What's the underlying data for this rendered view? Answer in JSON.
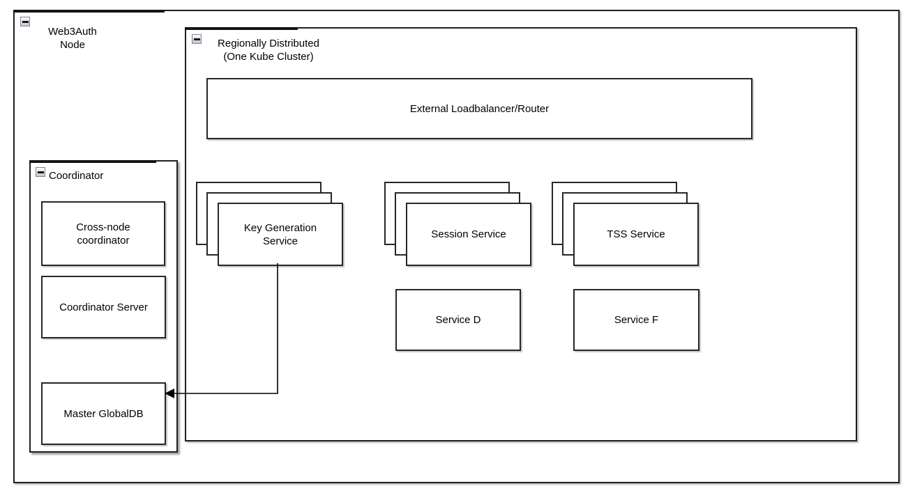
{
  "colors": {
    "background": "#ffffff",
    "shape_border": "#262626",
    "container_border": "#1f1f1f",
    "connector": "#000000"
  },
  "icons": {
    "collapse": "minus-icon"
  },
  "root_container": {
    "title_lines": [
      "Web3Auth",
      "Node"
    ]
  },
  "region_container": {
    "title_lines": [
      "Regionally Distributed",
      "(One Kube Cluster)"
    ]
  },
  "loadbalancer": {
    "label": "External Loadbalancer/Router"
  },
  "coordinator": {
    "title": "Coordinator",
    "boxes": [
      {
        "id": "cross-node-coordinator",
        "lines": [
          "Cross-node",
          "coordinator"
        ]
      },
      {
        "id": "coordinator-server",
        "lines": [
          "Coordinator Server"
        ]
      },
      {
        "id": "master-globaldb",
        "lines": [
          "Master GlobalDB"
        ]
      }
    ]
  },
  "service_stacks": [
    {
      "id": "key-generation-service",
      "lines": [
        "Key Generation",
        "Service"
      ],
      "instances": 3
    },
    {
      "id": "session-service",
      "lines": [
        "Session Service"
      ],
      "instances": 3
    },
    {
      "id": "tss-service",
      "lines": [
        "TSS Service"
      ],
      "instances": 3
    }
  ],
  "single_services": [
    {
      "id": "service-d",
      "label": "Service D"
    },
    {
      "id": "service-f",
      "label": "Service F"
    }
  ]
}
